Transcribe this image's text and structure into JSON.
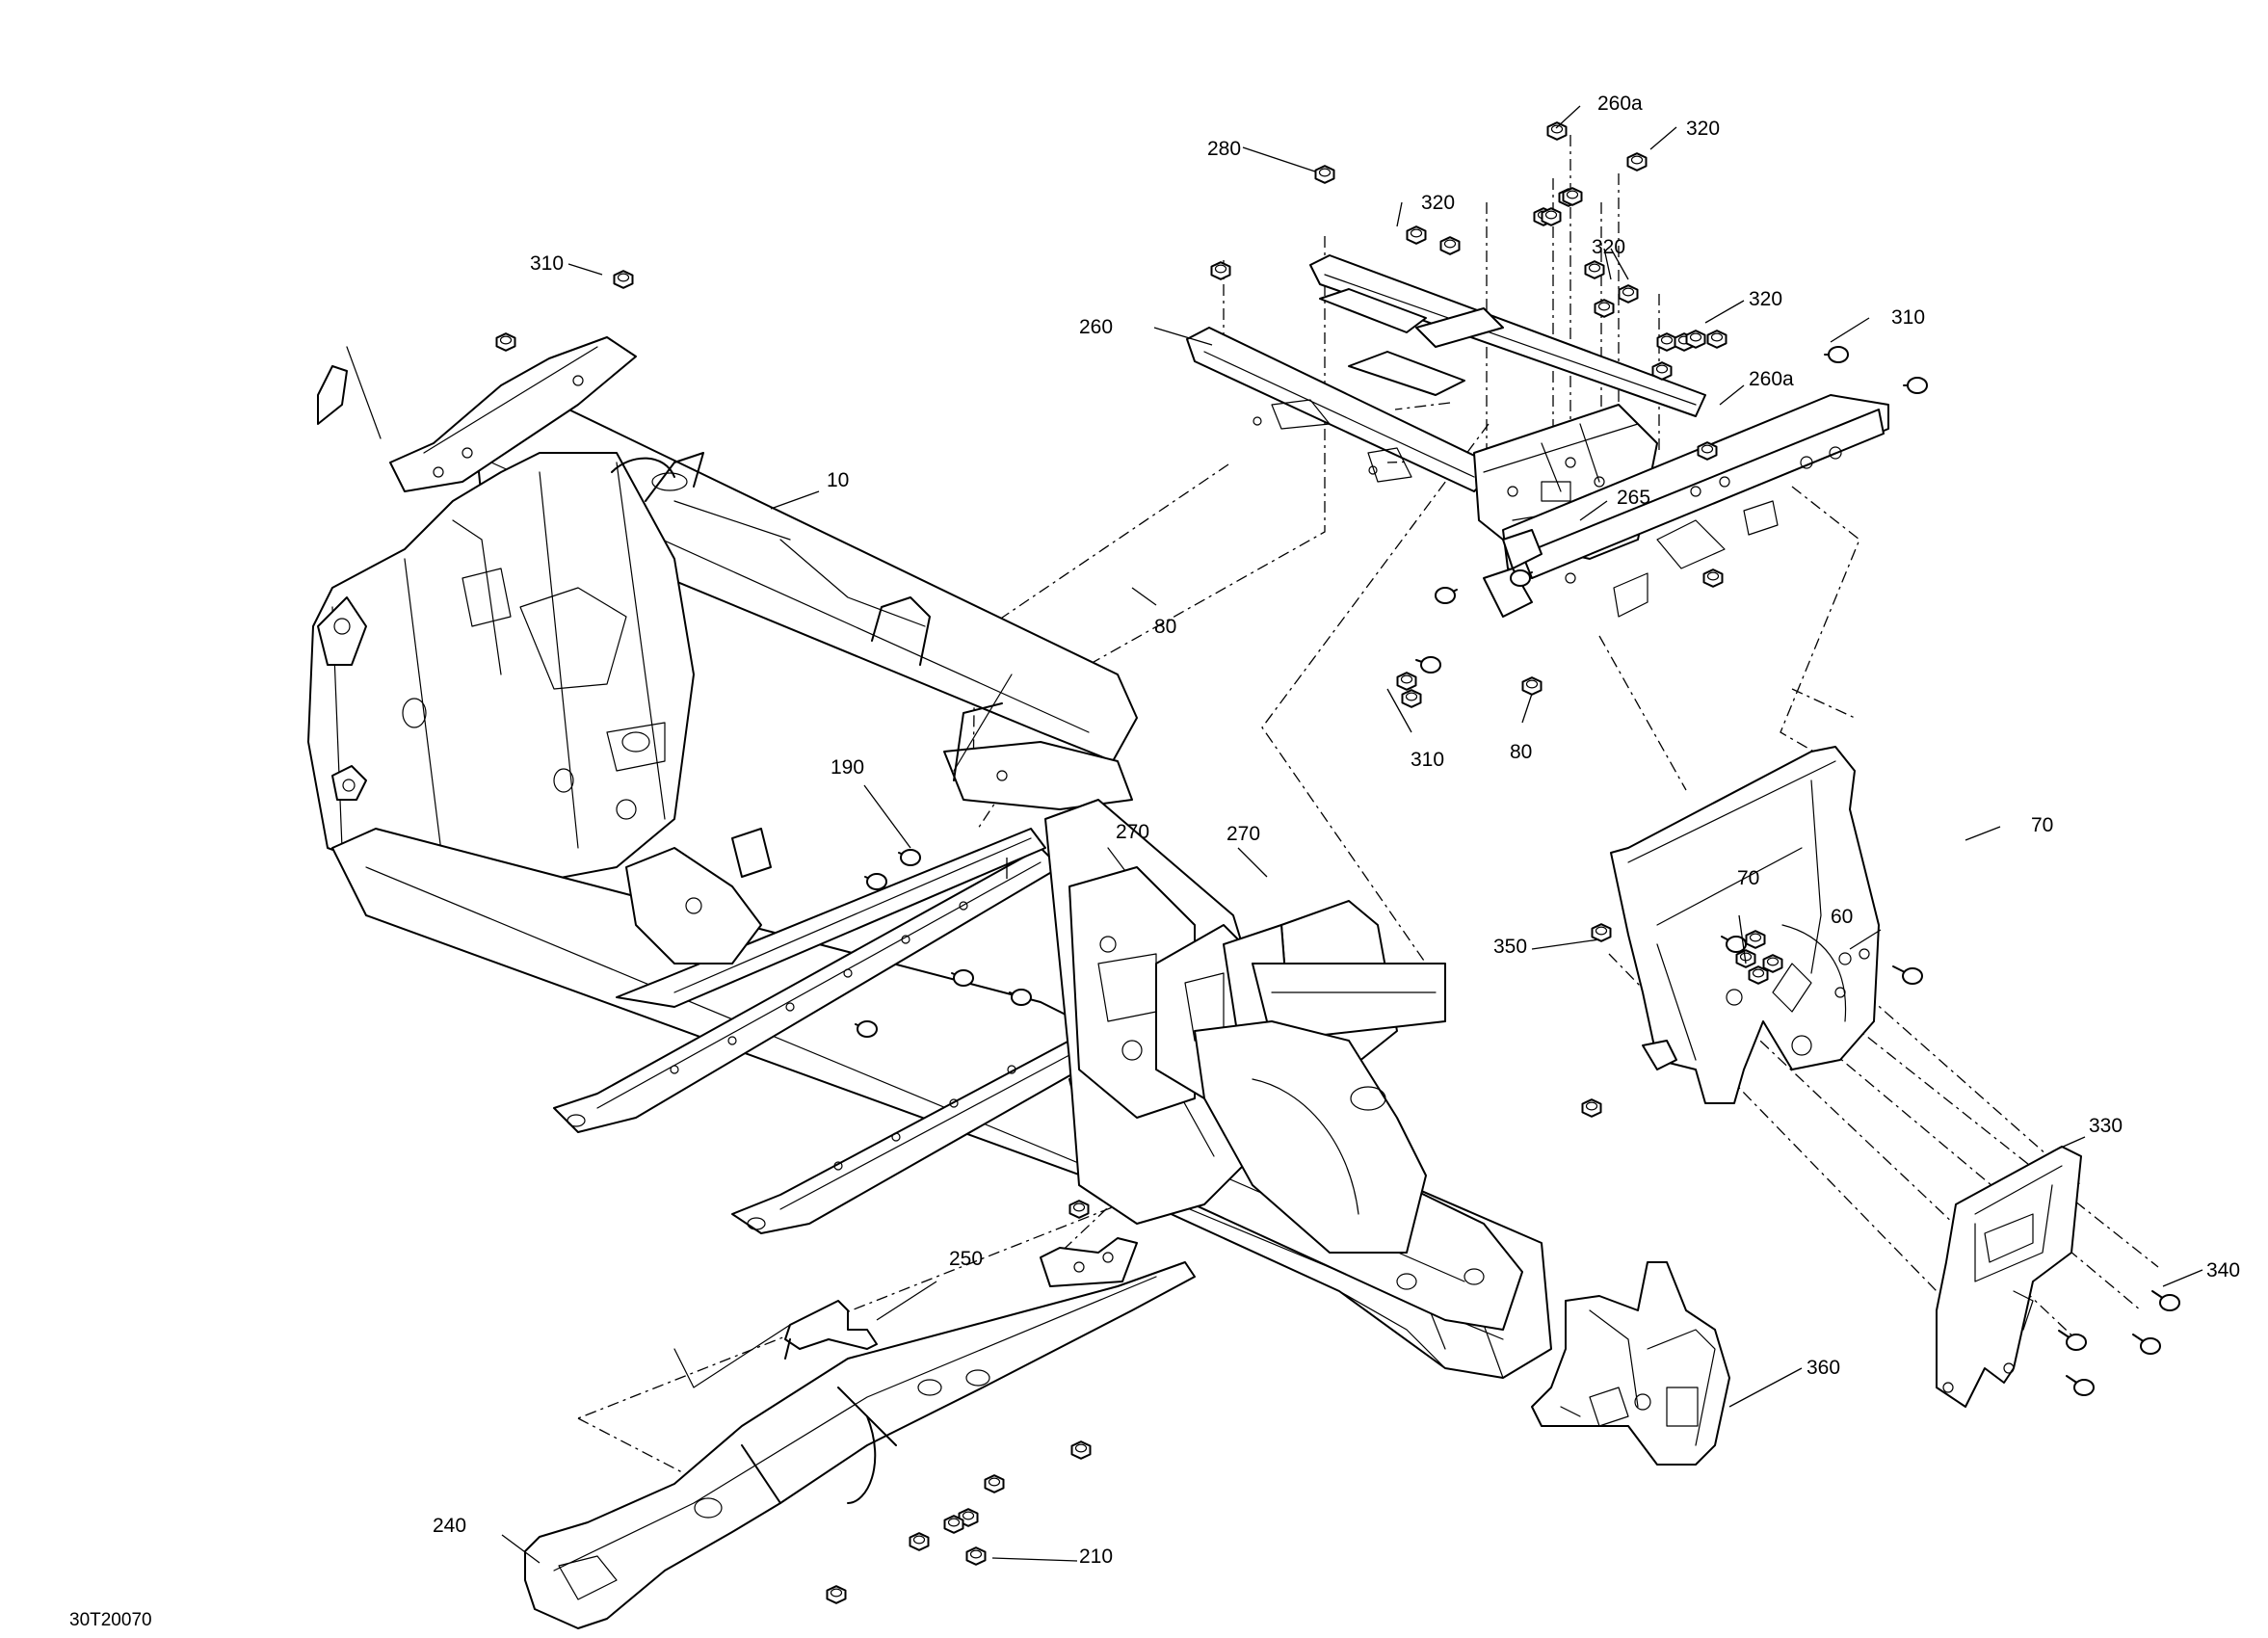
{
  "drawing_ref": "30T20070",
  "callouts": [
    {
      "id": "c10",
      "text": "10"
    },
    {
      "id": "c60",
      "text": "60"
    },
    {
      "id": "c70a",
      "text": "70"
    },
    {
      "id": "c70b",
      "text": "70"
    },
    {
      "id": "c80a",
      "text": "80"
    },
    {
      "id": "c80b",
      "text": "80"
    },
    {
      "id": "c190",
      "text": "190"
    },
    {
      "id": "c210",
      "text": "210"
    },
    {
      "id": "c240",
      "text": "240"
    },
    {
      "id": "c250",
      "text": "250"
    },
    {
      "id": "c260",
      "text": "260"
    },
    {
      "id": "c260a1",
      "text": "260a"
    },
    {
      "id": "c260a2",
      "text": "260a"
    },
    {
      "id": "c265",
      "text": "265"
    },
    {
      "id": "c270a",
      "text": "270"
    },
    {
      "id": "c270b",
      "text": "270"
    },
    {
      "id": "c280",
      "text": "280"
    },
    {
      "id": "c310a",
      "text": "310"
    },
    {
      "id": "c310b",
      "text": "310"
    },
    {
      "id": "c310c",
      "text": "310"
    },
    {
      "id": "c320a",
      "text": "320"
    },
    {
      "id": "c320b",
      "text": "320"
    },
    {
      "id": "c320c",
      "text": "320"
    },
    {
      "id": "c320d",
      "text": "320"
    },
    {
      "id": "c330",
      "text": "330"
    },
    {
      "id": "c340",
      "text": "340"
    },
    {
      "id": "c350",
      "text": "350"
    },
    {
      "id": "c360",
      "text": "360"
    }
  ]
}
